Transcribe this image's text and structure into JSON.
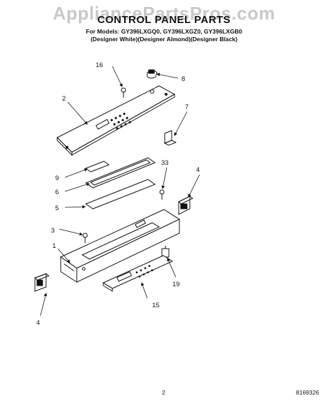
{
  "watermark": "AppliancePartsPros.com",
  "title": "CONTROL PANEL PARTS",
  "models_line": "For Models: GY396LXGQ0, GY396LXGZ0, GY396LXGB0",
  "colors_line": "(Designer White)(Designer Almond)(Designer Black)",
  "callouts": {
    "c16": "16",
    "c8": "8",
    "c2": "2",
    "c7": "7",
    "c9": "9",
    "c6": "6",
    "c5": "5",
    "c33": "33",
    "c4a": "4",
    "c3": "3",
    "c1": "1",
    "c19": "19",
    "c15": "15",
    "c4b": "4"
  },
  "page_number": "2",
  "doc_number": "8169326"
}
